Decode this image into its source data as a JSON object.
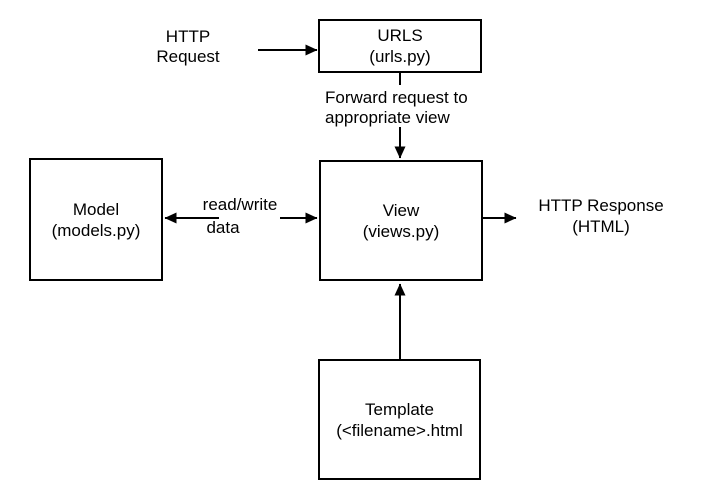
{
  "colors": {
    "ink": "#000000",
    "background": "#ffffff"
  },
  "nodes": {
    "urls": {
      "title": "URLS",
      "subtitle": "(urls.py)"
    },
    "model": {
      "title": "Model",
      "subtitle": "(models.py)"
    },
    "view": {
      "title": "View",
      "subtitle": "(views.py)"
    },
    "template": {
      "title": "Template",
      "subtitle": "(<filename>.html"
    }
  },
  "labels": {
    "http_request": {
      "line1": "HTTP",
      "line2": "Request"
    },
    "forward_request": {
      "line1": "Forward request to",
      "line2": "appropriate view"
    },
    "read_write": {
      "line1": "read/write",
      "line2": "data"
    },
    "http_response": {
      "line1": "HTTP Response",
      "line2": "(HTML)"
    }
  }
}
